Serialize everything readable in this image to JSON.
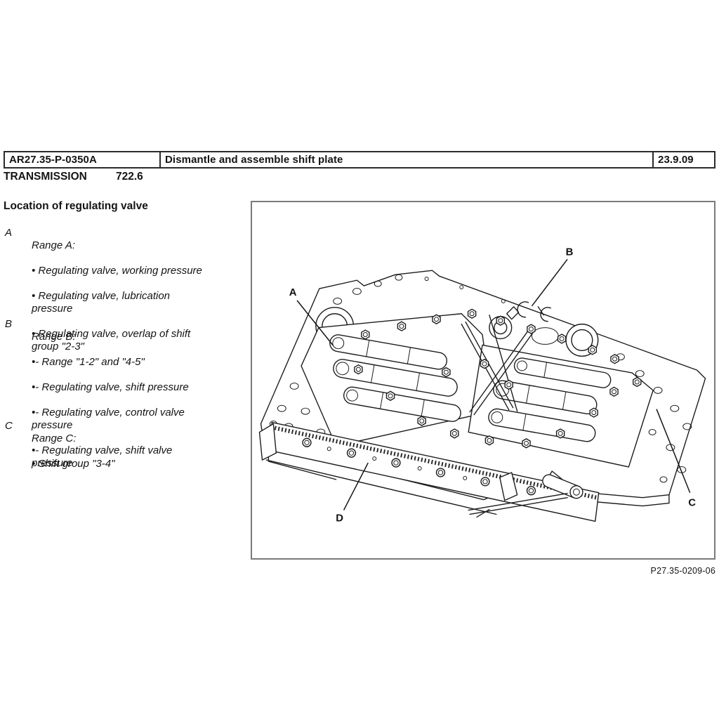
{
  "header": {
    "doc_number": "AR27.35-P-0350A",
    "title": "Dismantle and assemble shift plate",
    "date": "23.9.09",
    "subsystem_label": "TRANSMISSION",
    "subsystem_value": "722.6"
  },
  "content": {
    "heading": "Location of regulating valve",
    "ranges": [
      {
        "key": "A",
        "title": "Range A:",
        "items": [
          "• Regulating valve, working pressure",
          "• Regulating valve, lubrication\npressure",
          "• Regulating valve, overlap of shift\ngroup \"2-3\""
        ]
      },
      {
        "key": "B",
        "title": "Range B:",
        "items": [
          "•- Range \"1-2\" and \"4-5\"",
          "•- Regulating valve, shift pressure",
          "•- Regulating valve, control valve\npressure",
          "•- Regulating valve, shift valve\npressure"
        ]
      },
      {
        "key": "C",
        "title": "Range C:",
        "items": [
          "• Shift group \"3-4\""
        ]
      }
    ]
  },
  "figure": {
    "number": "P27.35-0209-06",
    "callouts": [
      {
        "label": "A"
      },
      {
        "label": "B"
      },
      {
        "label": "C"
      },
      {
        "label": "D"
      }
    ]
  }
}
